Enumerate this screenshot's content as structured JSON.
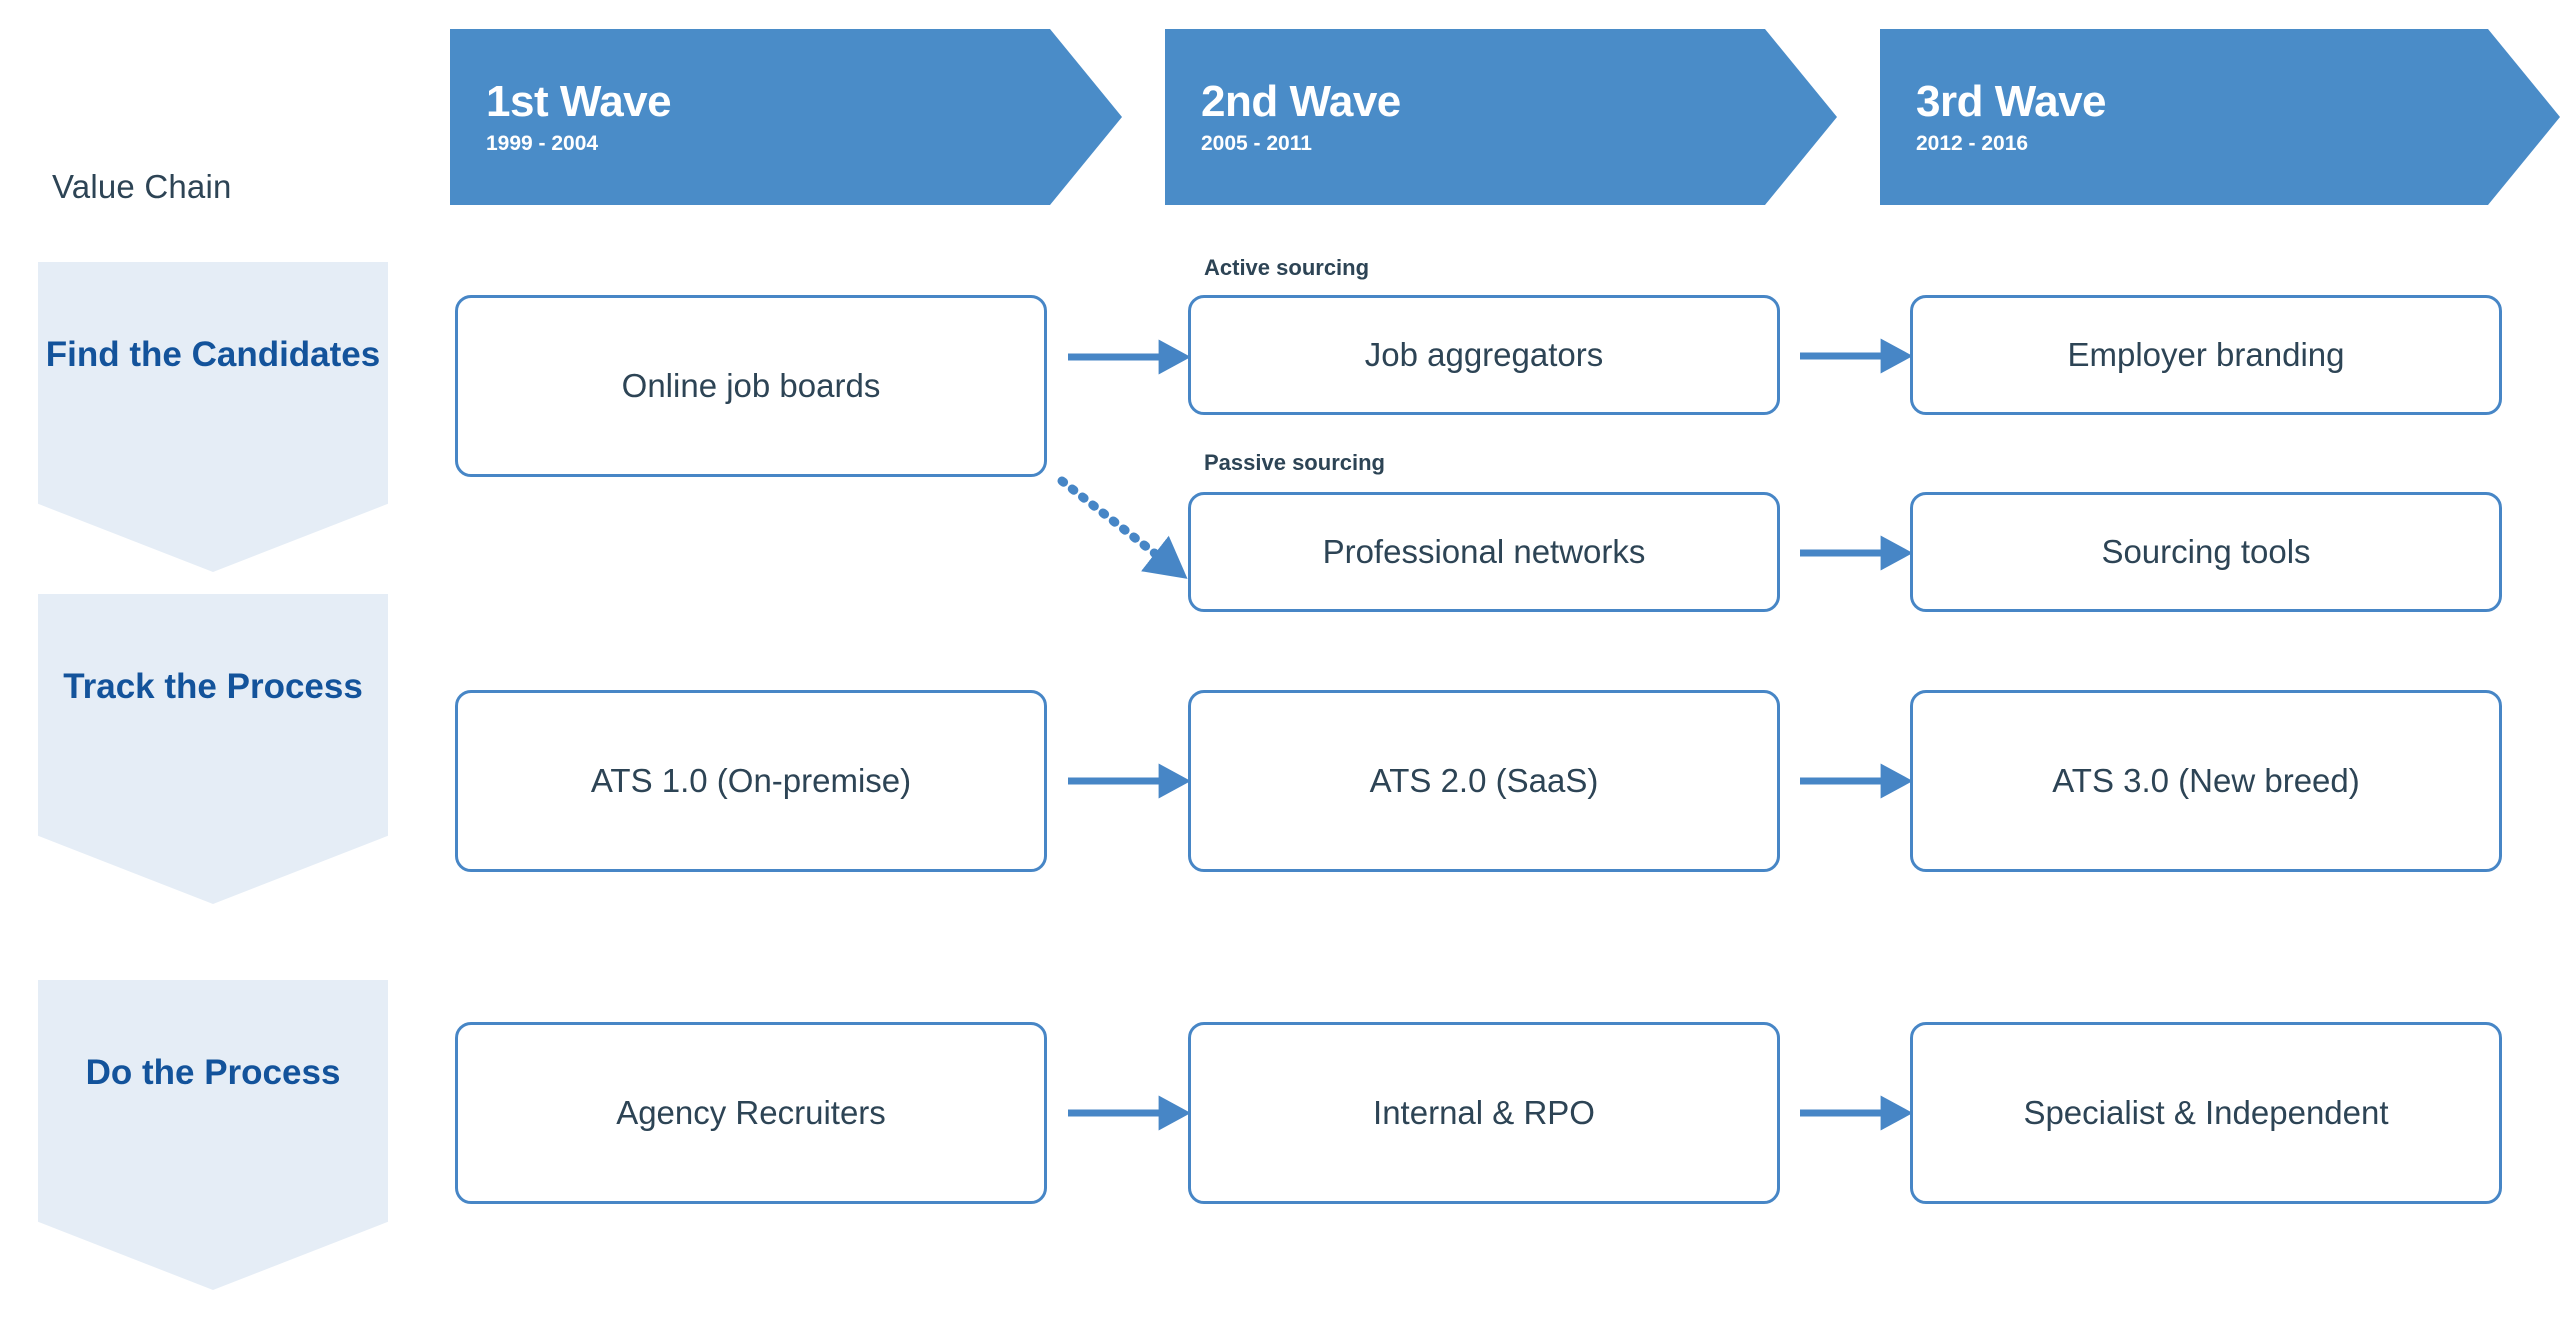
{
  "diagram": {
    "side_caption": "Value Chain",
    "waves": [
      {
        "id": "wave-1",
        "title": "1st Wave",
        "range": "1999 - 2004"
      },
      {
        "id": "wave-2",
        "title": "2nd Wave",
        "range": "2005 - 2011"
      },
      {
        "id": "wave-3",
        "title": "3rd Wave",
        "range": "2012 - 2016"
      }
    ],
    "stages": [
      {
        "id": "stage-1",
        "label": "Find the Candidates"
      },
      {
        "id": "stage-2",
        "label": "Track the Process"
      },
      {
        "id": "stage-3",
        "label": "Do the Process"
      }
    ],
    "captions": {
      "active_sourcing": "Active sourcing",
      "passive_sourcing": "Passive sourcing"
    },
    "nodes": {
      "row_find": {
        "wave1": "Online job boards",
        "wave2_active": "Job aggregators",
        "wave2_passive": "Professional networks",
        "wave3_active": "Employer branding",
        "wave3_passive": "Sourcing tools"
      },
      "row_track": {
        "wave1": "ATS 1.0 (On-premise)",
        "wave2": "ATS 2.0 (SaaS)",
        "wave3": "ATS 3.0 (New breed)"
      },
      "row_do": {
        "wave1": "Agency Recruiters",
        "wave2": "Internal & RPO",
        "wave3": "Specialist & Independent"
      }
    },
    "colors": {
      "wave_band": "#4a8cc8",
      "stage_fill": "#e5edf6",
      "stage_text": "#13539b",
      "box_border": "#4786c6",
      "box_text": "#2d4455",
      "arrow": "#4786c6",
      "background": "#ffffff"
    }
  }
}
